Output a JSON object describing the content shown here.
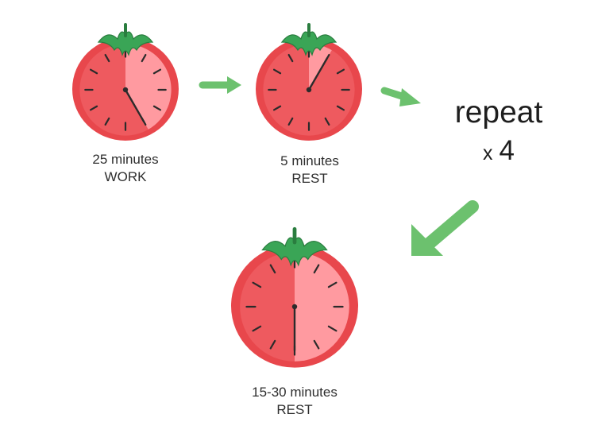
{
  "timers": [
    {
      "line1": "25 minutes",
      "line2": "WORK",
      "elapsed_fraction": 0.4167
    },
    {
      "line1": "5 minutes",
      "line2": "REST",
      "elapsed_fraction": 0.0833
    },
    {
      "line1": "15-30 minutes",
      "line2": "REST",
      "elapsed_fraction": 0.5
    }
  ],
  "repeat": {
    "word": "repeat",
    "multiplier_symbol": "x",
    "count": "4"
  },
  "colors": {
    "tomato_outer": "#e8474c",
    "tomato_face": "#ee5a5f",
    "elapsed_sector": "#ff9aa0",
    "leaf": "#3aa556",
    "leaf_dark": "#2a7d3f",
    "arrow": "#6cc16e",
    "ticks": "#2b2b2b"
  }
}
